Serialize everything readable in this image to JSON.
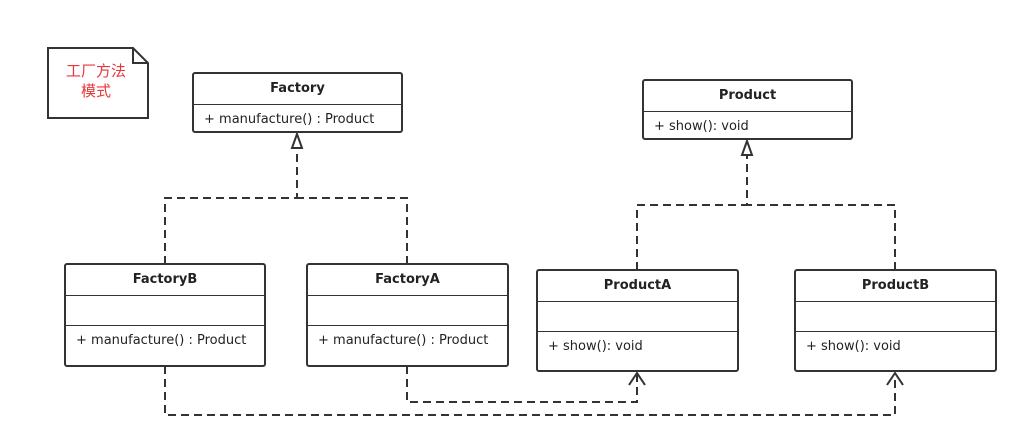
{
  "note": {
    "line1": "工厂方法",
    "line2": "模式"
  },
  "classes": {
    "factory": {
      "name": "Factory",
      "op": "+ manufacture() : Product"
    },
    "product": {
      "name": "Product",
      "op": "+ show(): void"
    },
    "factoryB": {
      "name": "FactoryB",
      "op": "+ manufacture() : Product"
    },
    "factoryA": {
      "name": "FactoryA",
      "op": "+ manufacture() : Product"
    },
    "productA": {
      "name": "ProductA",
      "op": "+ show(): void"
    },
    "productB": {
      "name": "ProductB",
      "op": "+ show(): void"
    }
  },
  "colors": {
    "stroke": "#333333",
    "note_text": "#e8373b"
  }
}
